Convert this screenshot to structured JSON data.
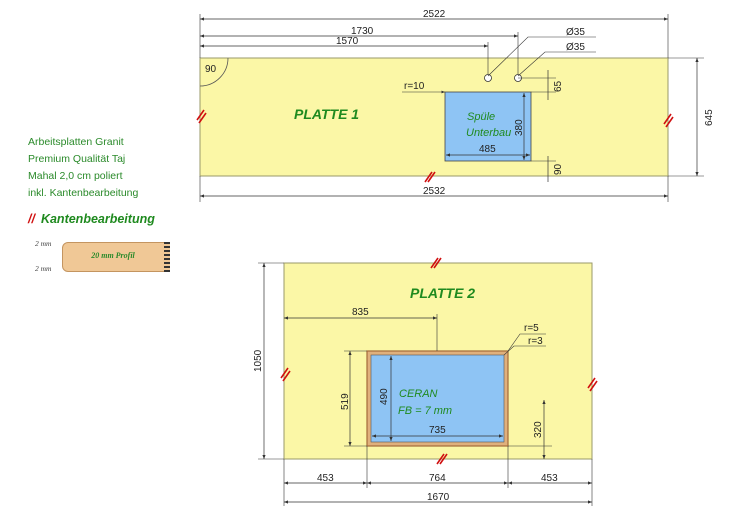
{
  "info_lines": [
    "Arbeitsplatten Granit",
    "Premium Qualität Taj",
    "Mahal 2,0 cm poliert",
    "inkl. Kantenbearbeitung"
  ],
  "kanten": {
    "marks": "//",
    "title": "Kantenbearbeitung",
    "profile_label": "20 mm Profil",
    "top_mm": "2 mm",
    "bottom_mm": "2 mm"
  },
  "platte1": {
    "title": "PLATTE 1",
    "corner": "90",
    "cutout_line1": "Spüle",
    "cutout_line2": "Unterbau",
    "dims": {
      "overall_top": "2522",
      "to_second_hole": "1730",
      "to_first_hole": "1570",
      "hole1": "Ø35",
      "hole2": "Ø35",
      "radius": "r=10",
      "hole_offset": "65",
      "cutout_height": "380",
      "cutout_width": "485",
      "bottom_gap": "90",
      "height": "645",
      "overall_bottom": "2532"
    }
  },
  "platte2": {
    "title": "PLATTE 2",
    "cutout_line1": "CERAN",
    "cutout_line2": "FB = 7 mm",
    "dims": {
      "offset_top": "835",
      "r_outer": "r=5",
      "r_inner": "r=3",
      "height": "1050",
      "outer_height": "519",
      "inner_height": "490",
      "inner_width": "735",
      "bottom_gap": "320",
      "left": "453",
      "mid": "764",
      "right": "453",
      "overall": "1670"
    }
  },
  "colors": {
    "plate": "#fbf7a6",
    "plate_border": "#9a9a6a",
    "cutout": "#8ec4f4",
    "cutout_frame": "#a46a3a",
    "edge_mark": "#d01010",
    "label_green": "#1f8a1f"
  }
}
